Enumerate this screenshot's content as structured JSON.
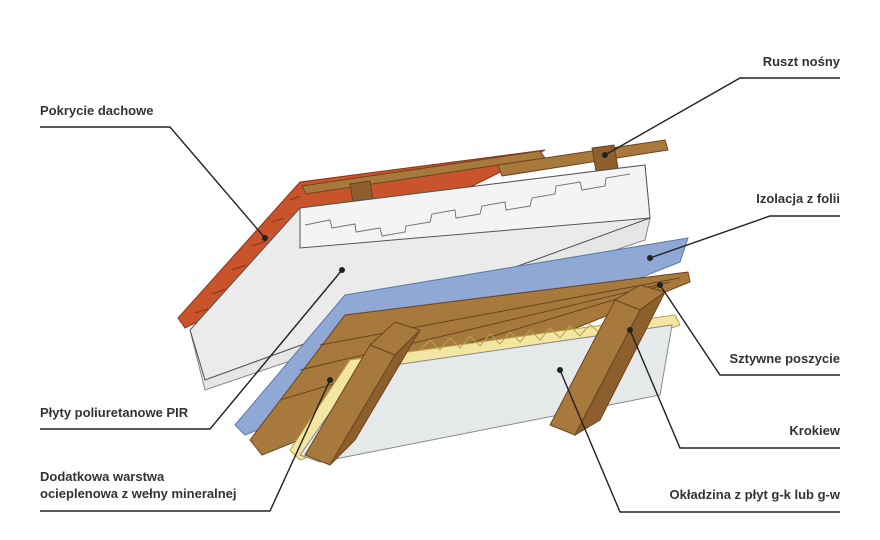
{
  "labels": {
    "roof_covering": "Pokrycie dachowe",
    "support_grid": "Ruszt nośny",
    "foil_insulation": "Izolacja z folii",
    "pir_boards": "Płyty poliuretanowe PIR",
    "rigid_sheathing": "Sztywne poszycie",
    "rafter": "Krokiew",
    "mineral_wool": "Dodatkowa warstwa\nocieplenowa z wełny mineralnej",
    "drywall": "Okładzina z płyt g-k lub g-w"
  },
  "colors": {
    "tile": "#c9532b",
    "wood": "#a8793d",
    "wood_dark": "#7c5226",
    "pir": "#ebebeb",
    "foil": "#8fa9d4",
    "wool": "#f3e6a3",
    "drywall": "#e5e9ea",
    "leader": "#222222",
    "text": "#333333"
  }
}
